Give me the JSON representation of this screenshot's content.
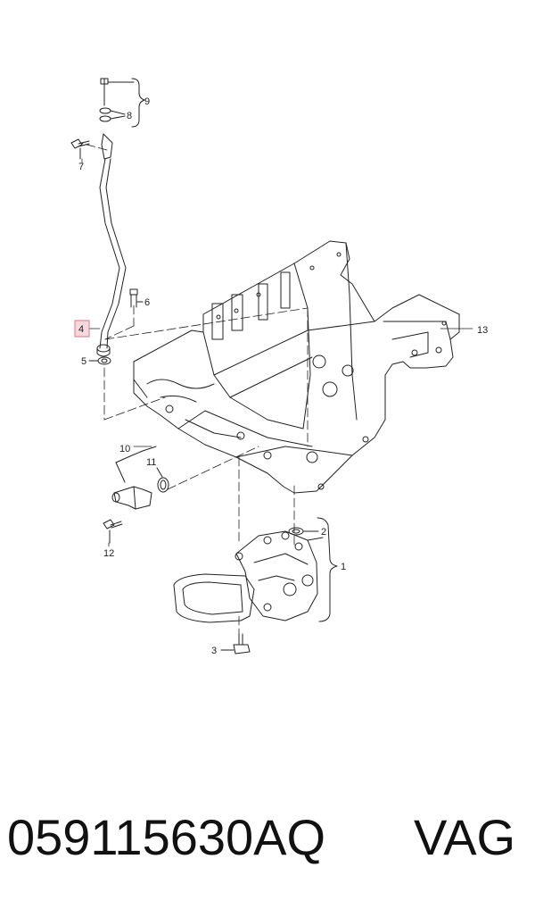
{
  "callouts": {
    "c1": "1",
    "c2": "2",
    "c3": "3",
    "c4": "4",
    "c5": "5",
    "c6": "6",
    "c7": "7",
    "c8": "8",
    "c9": "9",
    "c10": "10",
    "c11": "11",
    "c12": "12",
    "c13": "13"
  },
  "footer": {
    "part_number": "059115630AQ",
    "brand": "VAG"
  },
  "colors": {
    "line": "#222222",
    "highlight_fill": "#f6d9df",
    "highlight_stroke": "#d9798a"
  }
}
